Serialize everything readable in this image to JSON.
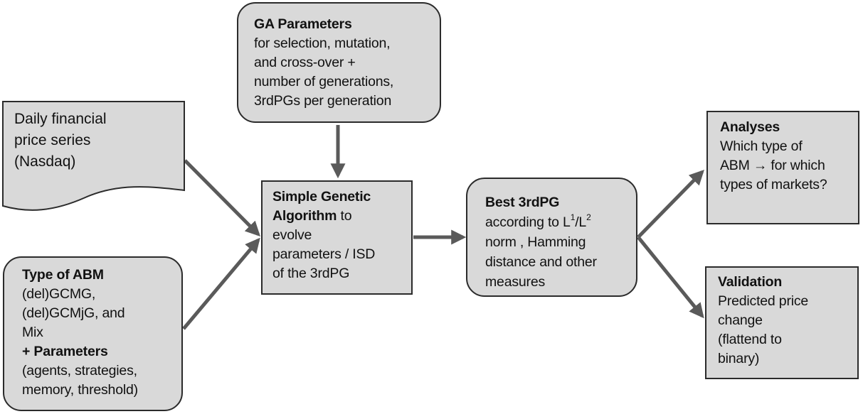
{
  "nodes": {
    "ga_params": {
      "title": "GA Parameters",
      "lines": [
        "for selection, mutation,",
        "and cross-over +",
        "number of generations,",
        "3rdPGs per generation"
      ]
    },
    "price_series": {
      "title_lines": [
        "Daily financial",
        "price series"
      ],
      "lines": [
        "(Nasdaq)"
      ]
    },
    "abm_type": {
      "title": "Type of ABM",
      "lines": [
        "(del)GCMG,",
        "(del)GCMjG, and",
        "Mix"
      ],
      "params_title": "+ Parameters",
      "params_lines": [
        "(agents, strategies,",
        "memory, threshold)"
      ]
    },
    "sga": {
      "title_line1": "Simple Genetic",
      "title_line2_bold": "Algorithm",
      "title_line2_rest": " to",
      "lines": [
        "evolve",
        "parameters / ISD",
        "of the 3rdPG"
      ]
    },
    "best": {
      "title": "Best 3rdPG",
      "line1_prefix": "according to L",
      "line1_sup1": "1",
      "line1_mid": "/L",
      "line1_sup2": "2",
      "lines": [
        "norm , Hamming",
        "distance and other",
        "measures"
      ]
    },
    "analyses": {
      "title": "Analyses",
      "line1": "Which type of",
      "line2": "ABM →  for which",
      "line3": "types of markets?"
    },
    "validation": {
      "title": "Validation",
      "lines": [
        "Predicted price",
        "change",
        "(flattend to",
        "binary)"
      ]
    }
  },
  "colors": {
    "box_fill": "#d9d9d9",
    "box_border": "#2b2b2b",
    "arrow": "#5a5a5a",
    "text": "#111111"
  }
}
